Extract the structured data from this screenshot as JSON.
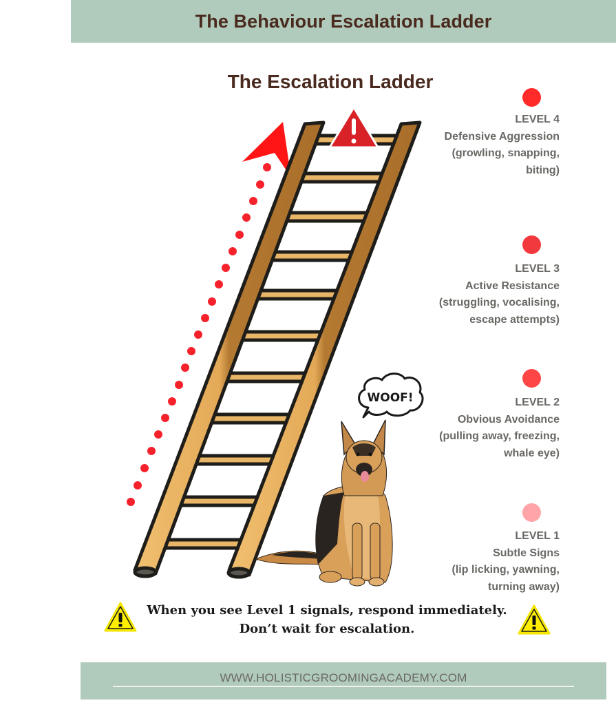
{
  "header": {
    "title": "The Behaviour Escalation Ladder"
  },
  "main": {
    "subtitle": "The Escalation Ladder",
    "speech_bubble": "WOOF!",
    "levels": [
      {
        "level": "LEVEL 4",
        "name": "Defensive Aggression",
        "desc_line1": "(growling, snapping,",
        "desc_line2": "biting)",
        "color": "#ff2a2a"
      },
      {
        "level": "LEVEL 3",
        "name": "Active Resistance",
        "desc_line1": "(struggling, vocalising,",
        "desc_line2": "escape attempts)",
        "color": "#f23a3e"
      },
      {
        "level": "LEVEL 2",
        "name": "Obvious Avoidance",
        "desc_line1": "(pulling away, freezing,",
        "desc_line2": "whale eye)",
        "color": "#ff4646"
      },
      {
        "level": "LEVEL 1",
        "name": "Subtle Signs",
        "desc_line1": "(lip licking, yawning,",
        "desc_line2": "turning away)",
        "color": "#ffa4a8"
      }
    ],
    "tip": {
      "line1": "When you see Level 1 signals, respond immediately.",
      "line2": "Don’t wait for escalation."
    }
  },
  "icons": {
    "warning": "warning-triangle-icon",
    "alert": "alert-triangle-icon",
    "arrow": "arrow-up-icon",
    "ladder": "ladder-illustration",
    "dog": "german-shepherd-illustration"
  },
  "colors": {
    "band": "#b0cabb",
    "title_brown": "#4a2a1f",
    "text_grey": "#6a6864",
    "accent_red": "#ff1f1f",
    "warning_yellow": "#ffee00"
  },
  "footer": {
    "url": "WWW.HOLISTICGROOMINGACADEMY.COM"
  }
}
